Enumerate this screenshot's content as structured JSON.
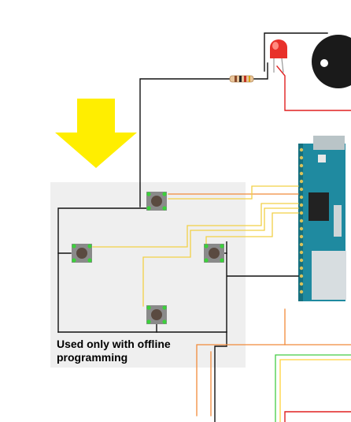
{
  "panel": {
    "caption_line1": "Used only with offline",
    "caption_line2": "programming"
  },
  "colors": {
    "background": "#ffffff",
    "panel": "#efefef",
    "arrow": "#ffee00",
    "wire_black": "#111111",
    "wire_orange": "#f08a3a",
    "wire_yellow": "#f2d046",
    "wire_red": "#e02020",
    "wire_green": "#44cc44",
    "board_teal": "#1f8aa0",
    "led_red": "#e8302a"
  },
  "components": {
    "buttons": [
      "push-button-top",
      "push-button-left",
      "push-button-right",
      "push-button-bottom"
    ],
    "icons": [
      "down-arrow-icon",
      "led-icon",
      "resistor-icon",
      "buzzer-icon",
      "arduino-board-icon"
    ]
  }
}
